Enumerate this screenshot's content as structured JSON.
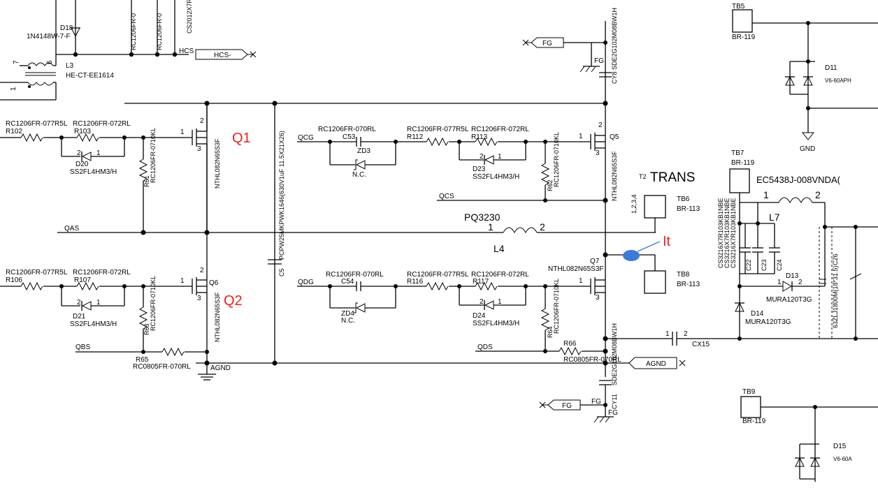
{
  "annotations": {
    "q1": "Q1",
    "q2": "Q2",
    "it": "It",
    "trans": "TRANS",
    "t2": "T2"
  },
  "colors": {
    "annotation": "#e8211e",
    "current_probe": "#3b7bd6",
    "wire": "#000000"
  },
  "nets": {
    "hcs": "HCS-",
    "hcs_pin": "HCS",
    "fg": "FG",
    "qas": "QAS",
    "qbs": "QBS",
    "qcg": "QCG",
    "qcs": "QCS",
    "qdg": "QDG",
    "qds": "QDS",
    "agnd": "AGND",
    "gnd": "GND"
  },
  "parts": {
    "d18": "D18",
    "d18_val": "1N4148W-7-F",
    "l3": "L3",
    "l3_val": "HE-CT-EE1614",
    "l3_pin7": "7",
    "l3_pin6": "6",
    "l3_pin1": "1",
    "r_top1": "RC1206FR-0",
    "r_top2": "RC1206FR-0",
    "cs_top": "CS2012X7R",
    "r102": "R102",
    "r102_val": "RC1206FR-077R5L",
    "r103": "R103",
    "r103_val": "RC1206FR-072RL",
    "d20": "D20",
    "d20_val": "SS2FL4HM3/H",
    "r61": "R61",
    "r61_val": "RC1206FR-0710KL",
    "q1_val": "NTHL082N65S3F",
    "c5": "C5",
    "c5_val": "PCPW25MKPWK1646(630V1uF 11.5X21X26)",
    "r106": "R106",
    "r106_val": "RC1206FR-077R5L",
    "r107": "R107",
    "r107_val": "RC1206FR-072RL",
    "d21": "D21",
    "d21_val": "SS2FL4HM3/H",
    "r63": "R63",
    "r63_val": "RC1206FR-0710KL",
    "q6": "Q6",
    "q2_val": "NTHL082N65S3F",
    "r65": "R65",
    "r65_val": "RC0805FR-070RL",
    "c53": "C53",
    "c53_val": "RC1206FR-070RL",
    "zd3": "ZD3",
    "zd3_nc": "N.C.",
    "r112": "R112",
    "r112_val": "RC1206FR-077R5L",
    "r113": "R113",
    "r113_val": "RC1206FR-072RL",
    "d23": "D23",
    "d23_val": "SS2FL4HM3/H",
    "r62": "R62",
    "r62_val": "RC1206FR-0710KL",
    "q5": "Q5",
    "q5_val": "NTHL082N65S3F",
    "c54": "C54",
    "c54_val": "RC1206FR-070RL",
    "zd4": "ZD4",
    "zd4_nc": "N.C.",
    "r116": "R116",
    "r116_val": "RC1206FR-077R5L",
    "r117": "R117",
    "r117_val": "RC1206FR-072RL",
    "d24": "D24",
    "d24_val": "SS2FL4HM3/H",
    "r64": "R64",
    "r64_val": "RC1206FR-0710KL",
    "q7": "Q7",
    "q7_val": "NTHL082N65S3F",
    "r66": "R66",
    "r66_val": "RC0805FR-070RL",
    "cy8": "CY8",
    "cy8_val": "SDE2G102M08BW1H",
    "cy11": "CY11",
    "cy11_val": "SDE2G102M08BW1H",
    "l4": "L4",
    "l4_val": "PQ3230",
    "l4_pin1": "1",
    "l4_pin2": "2",
    "pins_1234": "1,2,3,4",
    "tb6": "TB6",
    "tb6_val": "BR-113",
    "tb8": "TB8",
    "tb8_val": "BR-113",
    "tb5": "TB5",
    "tb5_val": "BR-119",
    "d11": "D11",
    "d11_val": "V6-60APH",
    "tb7": "TB7",
    "tb7_val": "BR-119",
    "l7": "L7",
    "l7_val": "EC5438J-008VNDA(",
    "l7_pin1": "1",
    "l7_pin2": "2",
    "c22": "C22",
    "c23": "C23",
    "c24": "C24",
    "c2x_val": "CS3216X7R103KB1NBE",
    "c26": "C26",
    "c26_val": "63ZLJ1800M(18*31.5)",
    "d13": "D13",
    "d13_val": "MURA120T3G",
    "d14": "D14",
    "d14_val": "MURA120T3G",
    "cx15": "CX15",
    "tb9": "TB9",
    "tb9_val": "BR-119",
    "d15": "D15",
    "d15_val": "V6-60A"
  },
  "pins": {
    "p1": "1",
    "p2": "2",
    "p3": "3"
  }
}
